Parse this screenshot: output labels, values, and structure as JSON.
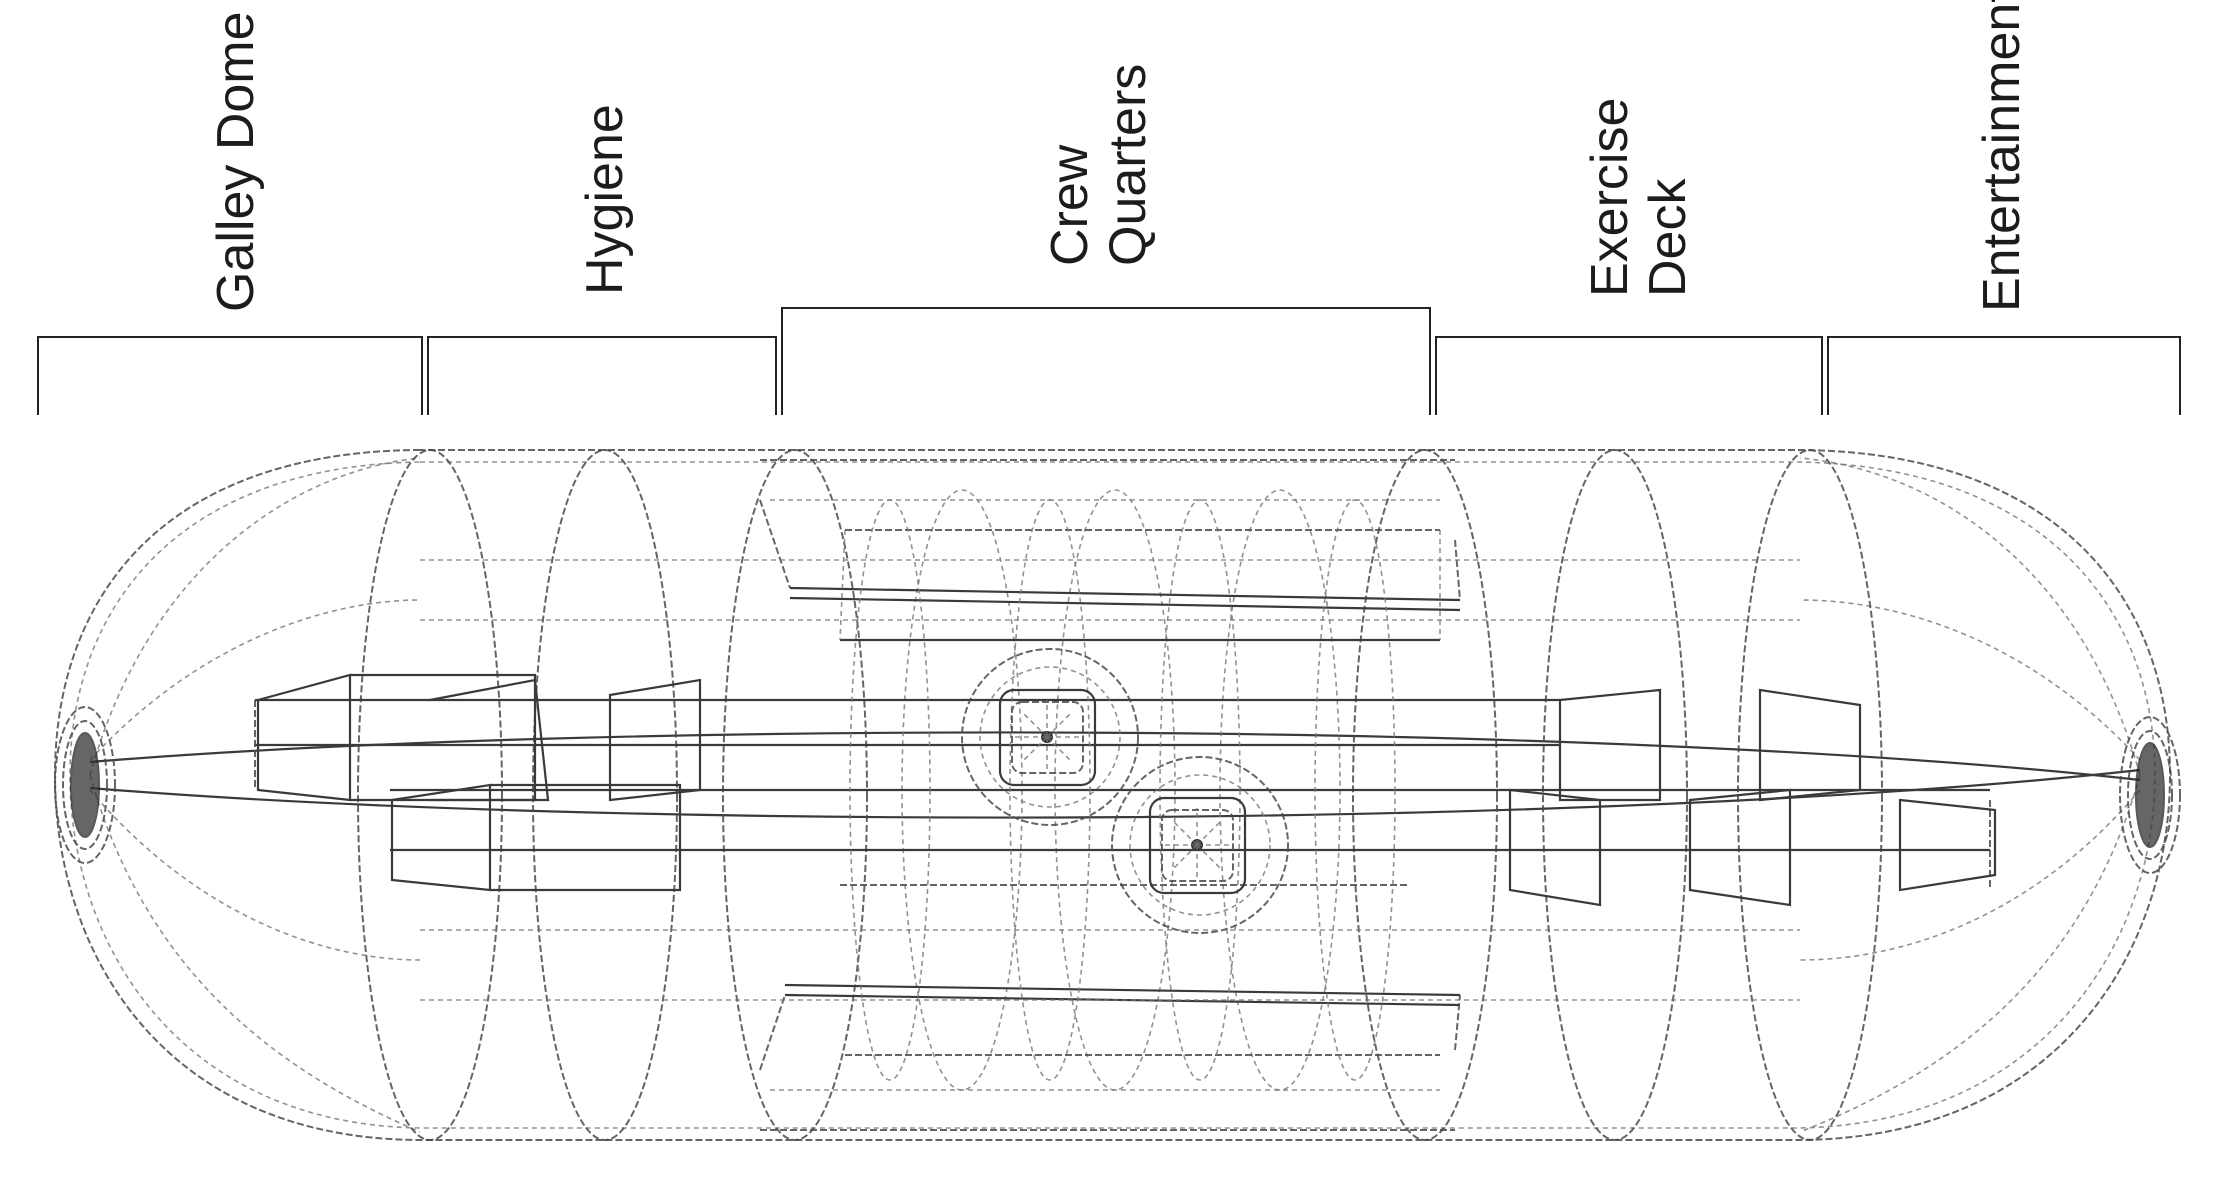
{
  "diagram": {
    "sections": [
      {
        "id": "galley-dome",
        "lines": [
          "Galley Dome"
        ]
      },
      {
        "id": "hygiene",
        "lines": [
          "Hygiene"
        ]
      },
      {
        "id": "crew-quarters",
        "lines": [
          "Crew",
          "Quarters"
        ]
      },
      {
        "id": "exercise-deck",
        "lines": [
          "Exercise",
          "Deck"
        ]
      },
      {
        "id": "entertainment",
        "lines": [
          "Entertainment"
        ]
      }
    ]
  }
}
